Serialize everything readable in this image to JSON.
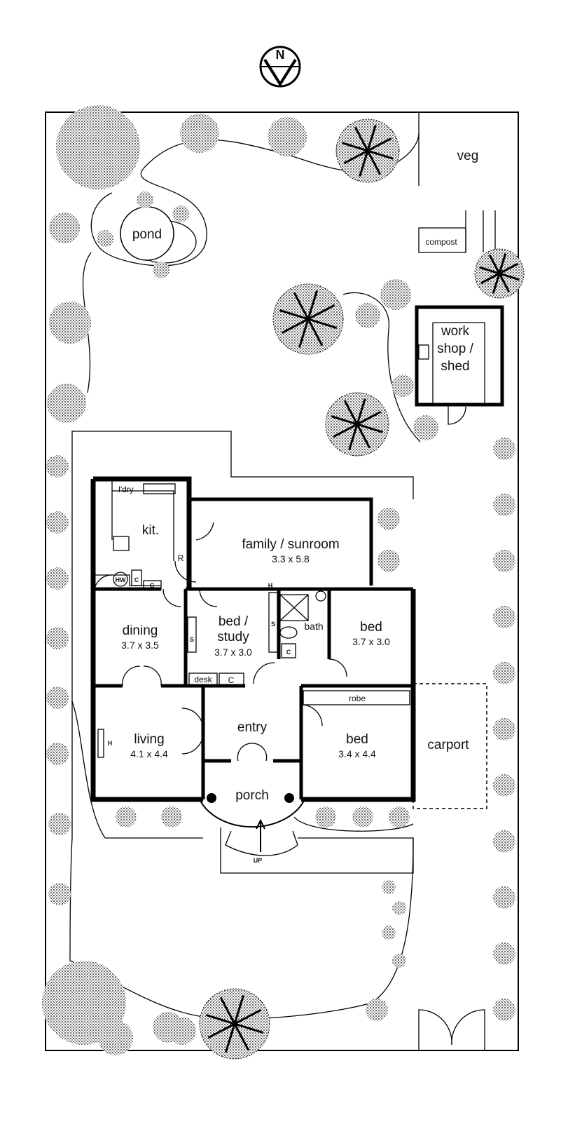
{
  "plan": {
    "north": "N",
    "veg": "veg",
    "compost": "compost",
    "pond": "pond",
    "workshop": [
      "work",
      "shop /",
      "shed"
    ],
    "laundry": "l'dry",
    "kitchen": "kit.",
    "fridge": "R",
    "hot_water": "HW",
    "cupboard": "C",
    "heater": "H",
    "shelf": "S",
    "family": {
      "name": "family / sunroom",
      "size": "3.3 x 5.8"
    },
    "dining": {
      "name": "dining",
      "size": "3.7 x 3.5"
    },
    "study": {
      "name": [
        "bed /",
        "study"
      ],
      "size": "3.7 x 3.0"
    },
    "bath": "bath",
    "bed1": {
      "name": "bed",
      "size": "3.7 x 3.0"
    },
    "desk": "desk",
    "robe": "robe",
    "entry": "entry",
    "living": {
      "name": "living",
      "size": "4.1 x 4.4"
    },
    "bed2": {
      "name": "bed",
      "size": "3.4 x 4.4"
    },
    "carport": "carport",
    "porch": "porch",
    "up": "UP"
  }
}
